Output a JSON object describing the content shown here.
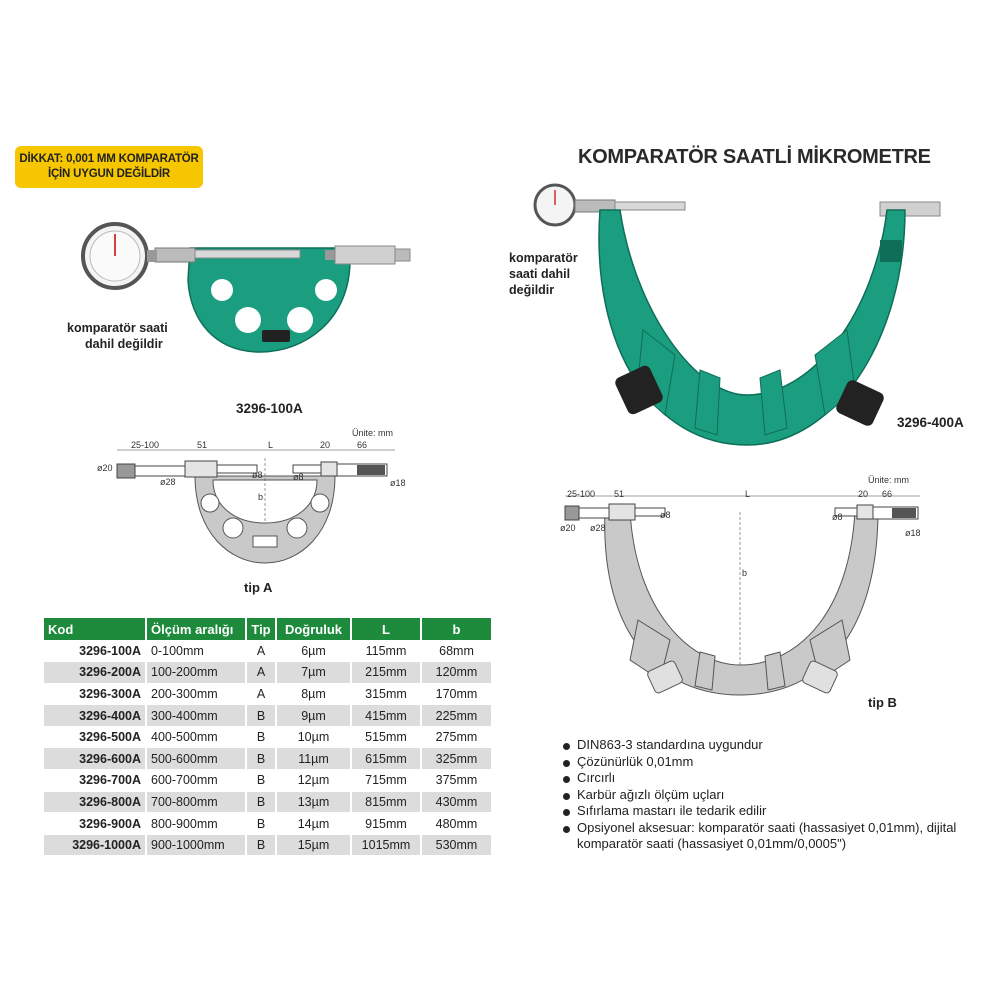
{
  "warning": {
    "line1": "DİKKAT: 0,001 MM KOMPARATÖR",
    "line2": "İÇİN UYGUN DEĞİLDİR"
  },
  "title": "KOMPARATÖR SAATLİ MİKROMETRE",
  "caption_left": {
    "line1": "komparatör saati",
    "line2": "dahil değildir"
  },
  "caption_right": {
    "line1": "komparatör",
    "line2": "saati dahil",
    "line3": "değildir"
  },
  "model_small": "3296-100A",
  "model_large": "3296-400A",
  "tip_a": "tip A",
  "tip_b": "tip B",
  "units": "Ünite: mm",
  "dims_a": {
    "d1": "25-100",
    "d2": "51",
    "d3": "L",
    "d4": "20",
    "d5": "66",
    "d_b": "b",
    "phi20": "ø20",
    "phi28": "ø28",
    "phi8a": "ø8",
    "phi8b": "ø8",
    "phi18": "ø18"
  },
  "dims_b": {
    "d1": "25-100",
    "d2": "51",
    "d3": "L",
    "d4": "20",
    "d5": "66",
    "d_b": "b",
    "phi20": "ø20",
    "phi28": "ø28",
    "phi8a": "ø8",
    "phi8b": "ø8",
    "phi18": "ø18"
  },
  "table": {
    "headers": [
      "Kod",
      "Ölçüm aralığı",
      "Tip",
      "Doğruluk",
      "L",
      "b"
    ],
    "rows": [
      [
        "3296-100A",
        "0-100mm",
        "A",
        "6µm",
        "115mm",
        "68mm"
      ],
      [
        "3296-200A",
        "100-200mm",
        "A",
        "7µm",
        "215mm",
        "120mm"
      ],
      [
        "3296-300A",
        "200-300mm",
        "A",
        "8µm",
        "315mm",
        "170mm"
      ],
      [
        "3296-400A",
        "300-400mm",
        "B",
        "9µm",
        "415mm",
        "225mm"
      ],
      [
        "3296-500A",
        "400-500mm",
        "B",
        "10µm",
        "515mm",
        "275mm"
      ],
      [
        "3296-600A",
        "500-600mm",
        "B",
        "11µm",
        "615mm",
        "325mm"
      ],
      [
        "3296-700A",
        "600-700mm",
        "B",
        "12µm",
        "715mm",
        "375mm"
      ],
      [
        "3296-800A",
        "700-800mm",
        "B",
        "13µm",
        "815mm",
        "430mm"
      ],
      [
        "3296-900A",
        "800-900mm",
        "B",
        "14µm",
        "915mm",
        "480mm"
      ],
      [
        "3296-1000A",
        "900-1000mm",
        "B",
        "15µm",
        "1015mm",
        "530mm"
      ]
    ]
  },
  "features": [
    "DIN863-3 standardına uygundur",
    "Çözünürlük 0,01mm",
    "Cırcırlı",
    "Karbür ağızlı ölçüm uçları",
    "Sıfırlama mastarı ile tedarik edilir",
    "Opsiyonel aksesuar: komparatör saati (hassasiyet 0,01mm), dijital komparatör saati (hassasiyet 0,01mm/0,0005\")"
  ],
  "colors": {
    "brand_green": "#1e8a3c",
    "frame_green": "#1a9e7f",
    "warning_yellow": "#f6c700",
    "drawing_gray": "#c9c9c9"
  }
}
